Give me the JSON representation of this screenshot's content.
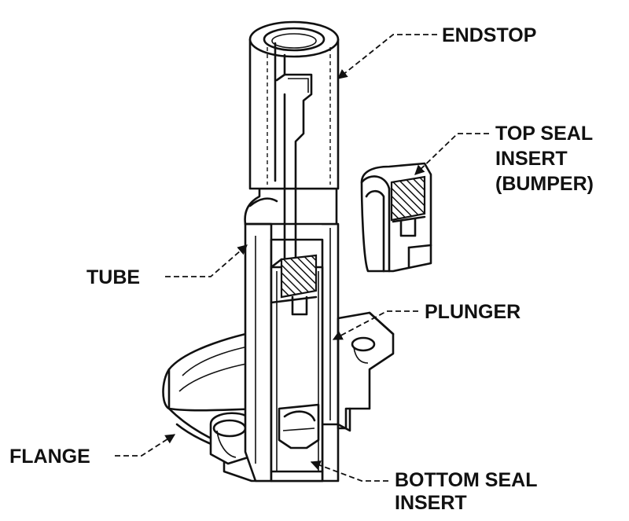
{
  "labels": {
    "endstop": "ENDSTOP",
    "top_seal": [
      "TOP SEAL",
      "INSERT",
      "(BUMPER)"
    ],
    "tube": "TUBE",
    "plunger": "PLUNGER",
    "flange": "FLANGE",
    "bottom_seal": [
      "BOTTOM SEAL",
      "INSERT"
    ]
  },
  "colors": {
    "ink": "#111111",
    "paper": "#ffffff"
  }
}
